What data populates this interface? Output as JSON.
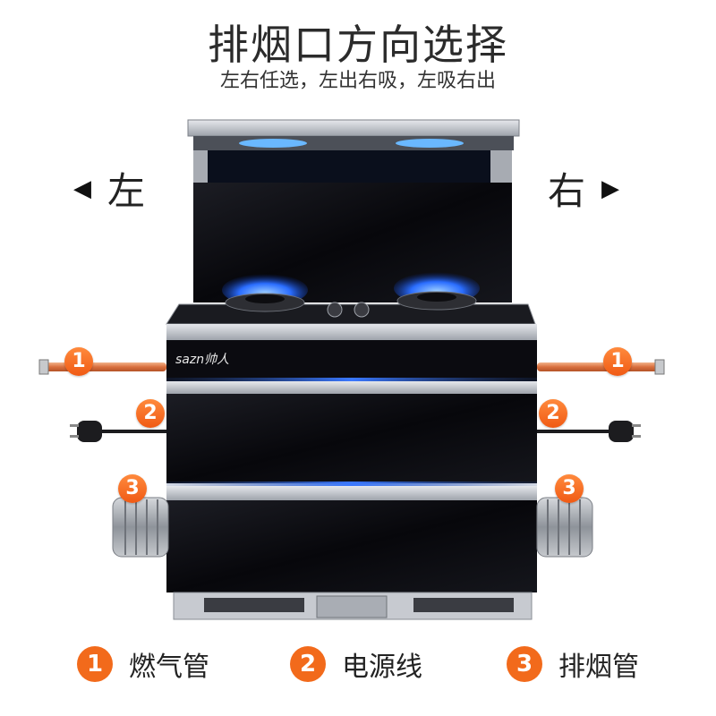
{
  "header": {
    "title": "排烟口方向选择",
    "subtitle": "左右任选，左出右吸，左吸右出"
  },
  "directions": {
    "left_label": "左",
    "left_arrow": "◀",
    "right_label": "右",
    "right_arrow": "▶"
  },
  "product": {
    "brand": "sazn帅人"
  },
  "callouts": {
    "gas_num": "1",
    "power_num": "2",
    "exhaust_num": "3"
  },
  "legend": [
    {
      "num": "1",
      "label": "燃气管"
    },
    {
      "num": "2",
      "label": "电源线"
    },
    {
      "num": "3",
      "label": "排烟管"
    }
  ],
  "colors": {
    "badge": "#f26a1b",
    "flame": "#2a6dff",
    "glass": "#0b0b10",
    "steel": "#b8bcc3"
  }
}
